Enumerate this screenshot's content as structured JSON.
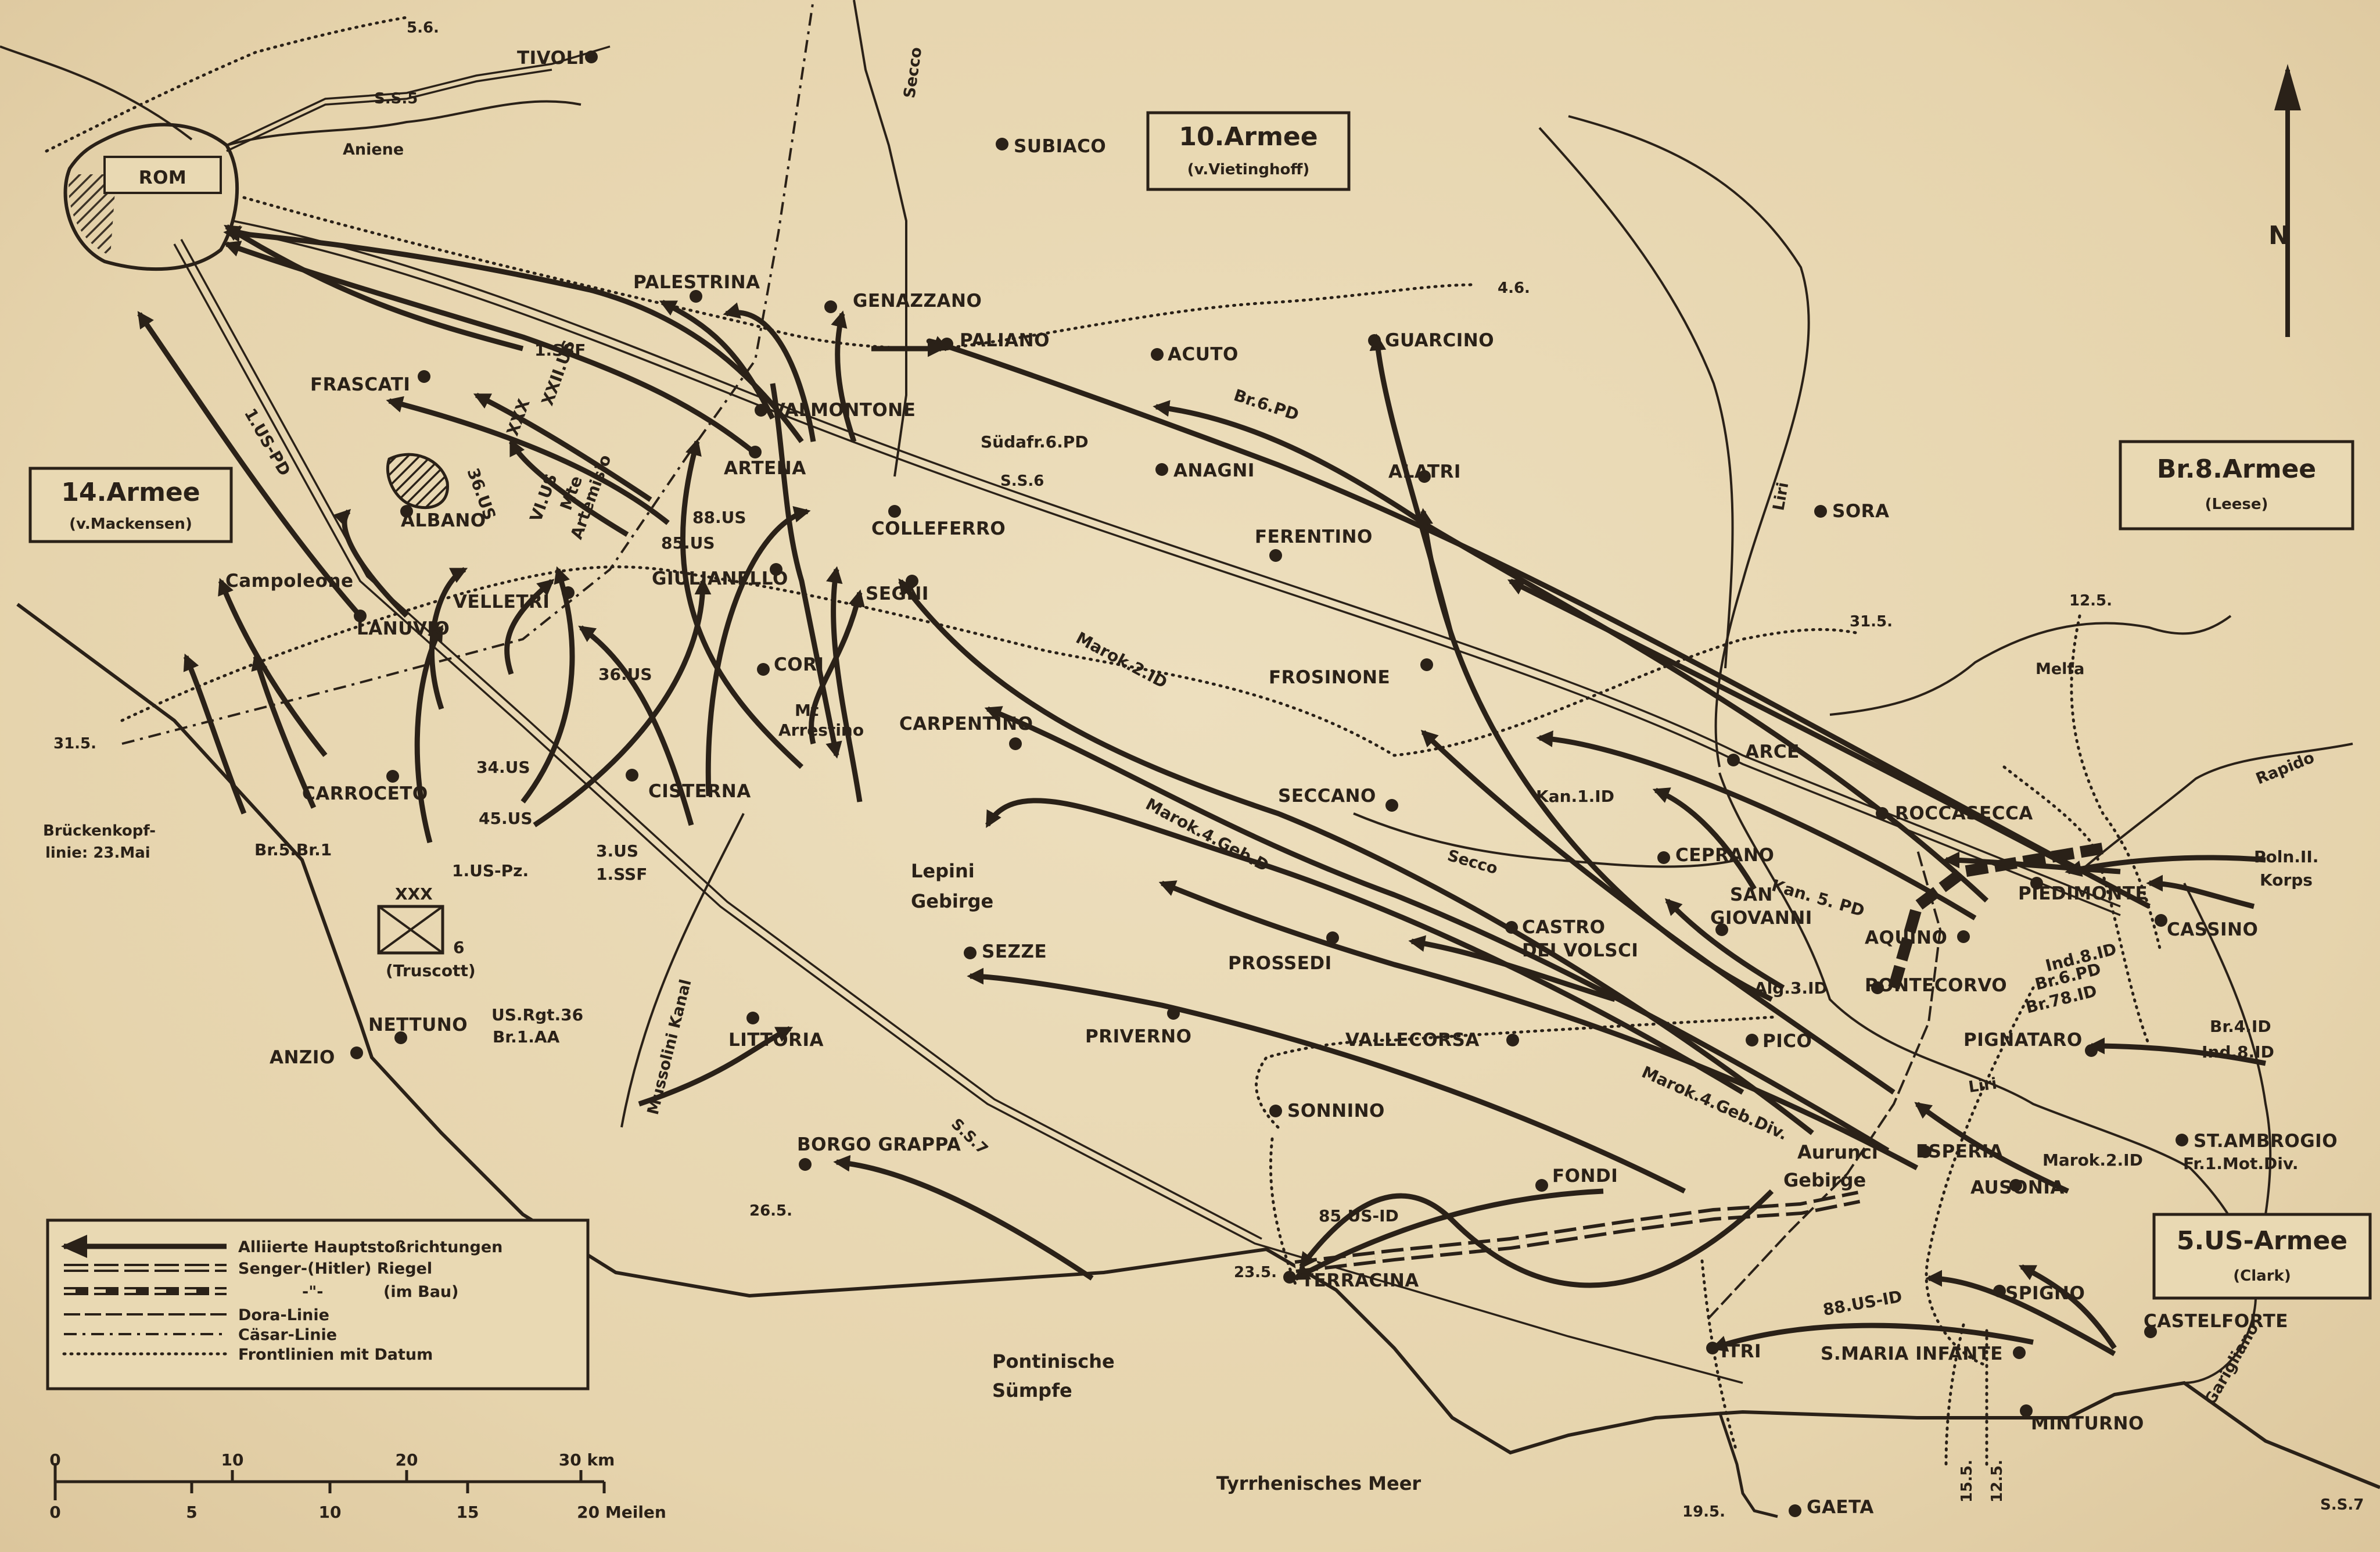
{
  "map": {
    "north_label": "N",
    "sea": "Tyrrhenisches Meer",
    "armies": [
      {
        "name": "10.Armee",
        "commander": "(v.Vietinghoff)"
      },
      {
        "name": "14.Armee",
        "commander": "(v.Mackensen)"
      },
      {
        "name": "Br.8.Armee",
        "commander": "(Leese)"
      },
      {
        "name": "5.US-Armee",
        "commander": "(Clark)"
      }
    ],
    "cities": {
      "rom": "ROM",
      "tivoli": "TIVOLI",
      "subiaco": "SUBIACO",
      "palestrina": "PALESTRINA",
      "genazzano": "GENAZZANO",
      "paliano": "PALIANO",
      "acuto": "ACUTO",
      "guarcino": "GUARCINO",
      "frascati": "FRASCATI",
      "valmontone": "VALMONTONE",
      "artena": "ARTENA",
      "anagni": "ANAGNI",
      "alatri": "ALATRI",
      "albano": "ALBANO",
      "colleferro": "COLLEFERRO",
      "ferentino": "FERENTINO",
      "sora": "SORA",
      "campoleone": "Campoleone",
      "lanuvio": "LANUVIO",
      "velletri": "VELLETRI",
      "giulianello": "GIULIANELLO",
      "segni": "SEGNI",
      "cori": "CORI",
      "frosinone": "FROSINONE",
      "arce": "ARCE",
      "carpentino": "CARPENTINO",
      "carroceto": "CARROCETO",
      "cisterna": "CISTERNA",
      "seccano": "SECCANO",
      "roccasecca": "ROCCASECCA",
      "ceprano": "CEPRANO",
      "piedimonte": "PIEDIMONTE",
      "cassino": "CASSINO",
      "san_giovanni_1": "SAN",
      "san_giovanni_2": "GIOVANNI",
      "aquino": "AQUINO",
      "castro_1": "CASTRO",
      "castro_2": "DEI VOLSCI",
      "prossedi": "PROSSEDI",
      "sezze": "SEZZE",
      "pontecorvo": "PONTECORVO",
      "pignataro": "PIGNATARO",
      "nettuno": "NETTUNO",
      "anzio": "ANZIO",
      "littoria": "LITTORIA",
      "priverno": "PRIVERNO",
      "vallecorsa": "VALLECORSA",
      "pico": "PICO",
      "sonnino": "SONNINO",
      "esperia": "ESPERIA",
      "st_ambrogio": "ST.AMBROGIO",
      "ausonia": "AUSONIA",
      "fondi": "FONDI",
      "borgo_grappa": "BORGO GRAPPA",
      "spigno": "SPIGNO",
      "castelforte": "CASTELFORTE",
      "terracina": "TERRACINA",
      "itri": "ITRI",
      "s_maria_infante": "S.MARIA INFANTE",
      "minturno": "MINTURNO",
      "gaeta": "GAETA"
    },
    "units": {
      "u_1ssf_north": "1.SSF",
      "u_xxii": "XXII.US",
      "u_xxx": "XXX",
      "u_36us_a": "36.US",
      "u_vi_us": "VI.US",
      "u_mte_1": "Mte",
      "u_mte_2": "Artemisio",
      "u_88us": "88.US",
      "u_85us": "85.US",
      "u_1uspd": "1.US-PD",
      "u_br6pd": "Br.6.PD",
      "u_sudafr": "Südafr.6.PD",
      "u_marok2_a": "Marok.2.ID",
      "u_marok4_a": "Marok.4.Geb.D",
      "u_36us_b": "36.US",
      "u_34us": "34.US",
      "u_45us": "45.US",
      "u_3us": "3.US",
      "u_1ssf_s": "1.SSF",
      "u_1uspz": "1.US-Pz.",
      "u_br5": "Br.5.Br.1",
      "u_kan1": "Kan.1.ID",
      "u_kan5": "Kan. 5. PD",
      "u_poln_1": "Poln.II.",
      "u_poln_2": "Korps",
      "u_ind8_a": "Ind.8.ID",
      "u_br6pd_b": "Br.6.PD",
      "u_br78": "Br.78.ID",
      "u_br4": "Br.4.ID",
      "u_ind8_b": "Ind.8.ID",
      "u_alg3": "Alg.3.ID",
      "u_marok4_b": "Marok.4.Geb.Div.",
      "u_marok2_b": "Marok.2.ID",
      "u_fr1": "Fr.1.Mot.Div.",
      "u_85usid": "85.US-ID",
      "u_88usid": "88.US-ID",
      "u_usrgt": "US.Rgt.36",
      "u_br1aa": "Br.1.AA",
      "u_truscott": "(Truscott)",
      "u_xxx_box": "XXX",
      "u_six": "6",
      "u_mt_arr_1": "Mt",
      "u_mt_arr_2": "Arrestino"
    },
    "dates": {
      "d_56": "5.6.",
      "d_46": "4.6.",
      "d_315_w": "31.5.",
      "d_315_e": "31.5.",
      "d_125_n": "12.5.",
      "d_265": "26.5.",
      "d_235": "23.5.",
      "d_195": "19.5.",
      "d_155": "15.5.",
      "d_125_s": "12.5.",
      "bruckenkopf_1": "Brückenkopf-",
      "bruckenkopf_2": "linie: 23.Mai"
    },
    "regions": {
      "lepini_1": "Lepini",
      "lepini_2": "Gebirge",
      "aurunci_1": "Aurunci",
      "aurunci_2": "Gebirge",
      "pontinische_1": "Pontinische",
      "pontinische_2": "Sümpfe"
    },
    "rivers": {
      "aniene": "Aniene",
      "secco_n": "Secco",
      "liri_n": "Liri",
      "melfa": "Melfa",
      "rapido": "Rapido",
      "secco_s": "Secco",
      "liri_s": "Liri",
      "garigliano": "Garigliano",
      "mussolini": "Mussolini Kanal"
    },
    "roads": {
      "ss5": "S.S.5",
      "ss6": "S.S.6",
      "ss7_a": "S.S.7",
      "ss7_b": "S.S.7"
    },
    "legend": [
      "Alliierte Hauptstoßrichtungen",
      "Senger-(Hitler) Riegel",
      "-\"-",
      "(im Bau)",
      "Dora-Linie",
      "Cäsar-Linie",
      "Frontlinien mit Datum"
    ],
    "scale": {
      "km_ticks": [
        "0",
        "10",
        "20",
        "30 km"
      ],
      "mile_ticks": [
        "0",
        "5",
        "10",
        "15",
        "20 Meilen"
      ]
    }
  }
}
